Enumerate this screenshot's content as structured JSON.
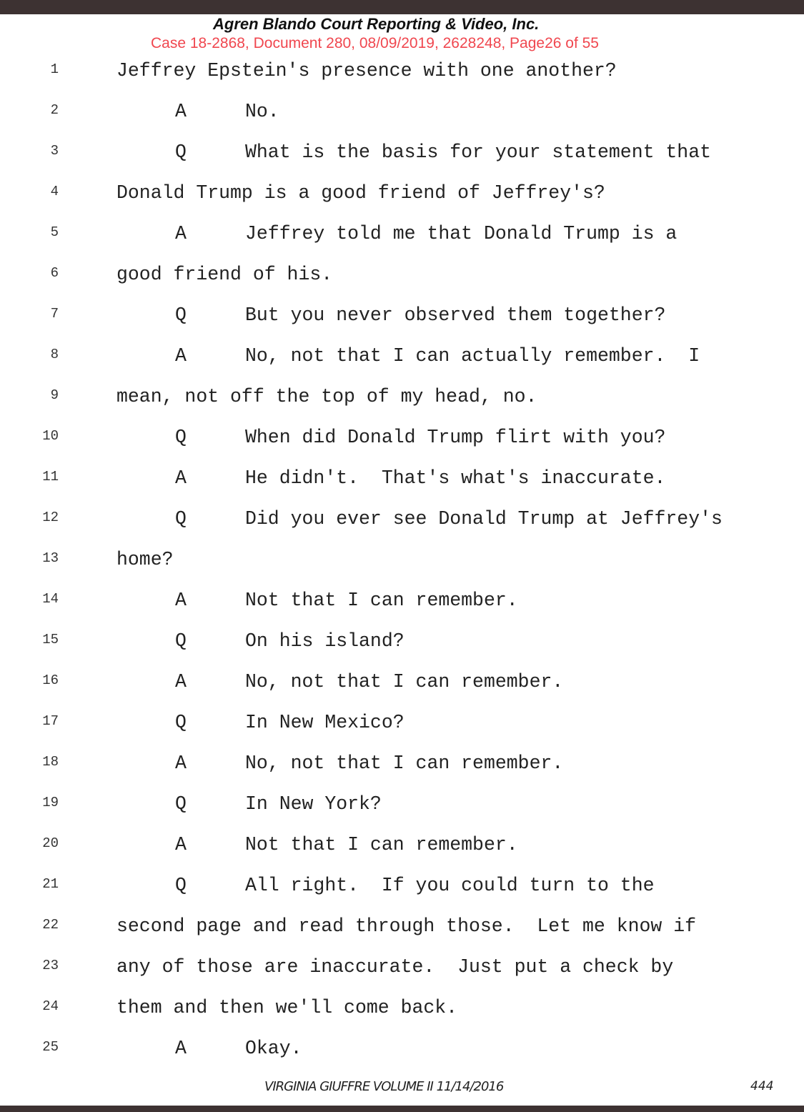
{
  "header": {
    "case_stamp": "Case 18-2868, Document 280, 08/09/2019, 2628248, Page26 of 55",
    "agency": "Agren Blando Court Reporting & Video, Inc."
  },
  "lines": [
    {
      "n": "1",
      "speaker": "",
      "text": "Jeffrey Epstein's presence with one another?"
    },
    {
      "n": "2",
      "speaker": "A",
      "text": "No."
    },
    {
      "n": "3",
      "speaker": "Q",
      "text": "What is the basis for your statement that"
    },
    {
      "n": "4",
      "speaker": "",
      "text": "Donald Trump is a good friend of Jeffrey's?"
    },
    {
      "n": "5",
      "speaker": "A",
      "text": "Jeffrey told me that Donald Trump is a"
    },
    {
      "n": "6",
      "speaker": "",
      "text": "good friend of his."
    },
    {
      "n": "7",
      "speaker": "Q",
      "text": "But you never observed them together?"
    },
    {
      "n": "8",
      "speaker": "A",
      "text": "No, not that I can actually remember.  I"
    },
    {
      "n": "9",
      "speaker": "",
      "text": "mean, not off the top of my head, no."
    },
    {
      "n": "10",
      "speaker": "Q",
      "text": "When did Donald Trump flirt with you?"
    },
    {
      "n": "11",
      "speaker": "A",
      "text": "He didn't.  That's what's inaccurate."
    },
    {
      "n": "12",
      "speaker": "Q",
      "text": "Did you ever see Donald Trump at Jeffrey's"
    },
    {
      "n": "13",
      "speaker": "",
      "text": "home?"
    },
    {
      "n": "14",
      "speaker": "A",
      "text": "Not that I can remember."
    },
    {
      "n": "15",
      "speaker": "Q",
      "text": "On his island?"
    },
    {
      "n": "16",
      "speaker": "A",
      "text": "No, not that I can remember."
    },
    {
      "n": "17",
      "speaker": "Q",
      "text": "In New Mexico?"
    },
    {
      "n": "18",
      "speaker": "A",
      "text": "No, not that I can remember."
    },
    {
      "n": "19",
      "speaker": "Q",
      "text": "In New York?"
    },
    {
      "n": "20",
      "speaker": "A",
      "text": "Not that I can remember."
    },
    {
      "n": "21",
      "speaker": "Q",
      "text": "All right.  If you could turn to the"
    },
    {
      "n": "22",
      "speaker": "",
      "text": "second page and read through those.  Let me know if"
    },
    {
      "n": "23",
      "speaker": "",
      "text": "any of those are inaccurate.  Just put a check by"
    },
    {
      "n": "24",
      "speaker": "",
      "text": "them and then we'll come back."
    },
    {
      "n": "25",
      "speaker": "A",
      "text": "Okay."
    }
  ],
  "footer": {
    "title": "VIRGINIA GIUFFRE VOLUME II 11/14/2016",
    "page": "444"
  }
}
